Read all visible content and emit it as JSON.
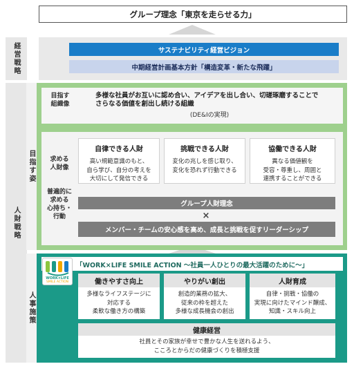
{
  "philosophy": "グループ理念「東京を走らせる力」",
  "left_labels": {
    "management_strategy": "経営戦略",
    "hr_strategy": "人財戦略",
    "aspirations": "目指す姿",
    "hr_measures": "人事施策"
  },
  "management": {
    "vision": "サステナビリティ経営ビジョン",
    "plan": "中期経営計画基本方針「構造変革・新たな飛躍」"
  },
  "org_image": {
    "label_line1": "目指す",
    "label_line2": "組織像",
    "text_line1": "多様な社員がお互いに認め合い、アイデアを出し合い、切磋琢磨することで",
    "text_line2": "さらなる価値を創出し続ける組織",
    "note": "(DE&Iの実現)"
  },
  "talent": {
    "label_line1": "求める",
    "label_line2": "人財像",
    "cards": [
      {
        "title": "自律できる人財",
        "lines": [
          "高い規範意識のもと、",
          "自ら学び、自分の考えを",
          "大切にして発信できる"
        ]
      },
      {
        "title": "挑戦できる人財",
        "lines": [
          "変化の兆しを感じ取り、",
          "変化を恐れず行動できる"
        ]
      },
      {
        "title": "協働できる人財",
        "lines": [
          "異なる価値観を",
          "受容・尊重し、周囲と",
          "連携することができる"
        ]
      }
    ]
  },
  "mindset": {
    "label_line1": "普遍的に",
    "label_line2": "求める",
    "label_line3": "心持ち・",
    "label_line4": "行動",
    "bar1": "グループ人財理念",
    "cross": "×",
    "bar2": "メンバー・チームの安心感を高め、成長と挑戦を促すリーダーシップ"
  },
  "measures": {
    "logo_main": "WORK×LIFE",
    "logo_sub": "SMILE ACTION",
    "title": "「WORK×LIFE SMILE ACTION ～社員一人ひとりの最大活躍のために～」",
    "cards": [
      {
        "title": "働きやすさ向上",
        "lines": [
          "多様なライフステージに",
          "対応する",
          "柔軟な働き方の構築"
        ]
      },
      {
        "title": "やりがい創出",
        "lines": [
          "創造的業務の拡大、",
          "従来の枠を超えた",
          "多様な成長機会の創出"
        ]
      },
      {
        "title": "人財育成",
        "lines": [
          "自律・挑戦・協働の",
          "実現に向けたマインド醸成、",
          "知識・スキル向上"
        ]
      }
    ],
    "health_title": "健康経営",
    "health_line1": "社員とその家族が幸せで豊かな人生を送れるよう、",
    "health_line2": "こころとからだの健康づくりを積極支援"
  },
  "colors": {
    "vision_blue": "#1a7dc8",
    "plan_lightblue": "#c8d4ec",
    "aspiration_green": "#9ed08d",
    "measures_teal": "#1b9a88",
    "bar_gray": "#7d7d7d"
  }
}
